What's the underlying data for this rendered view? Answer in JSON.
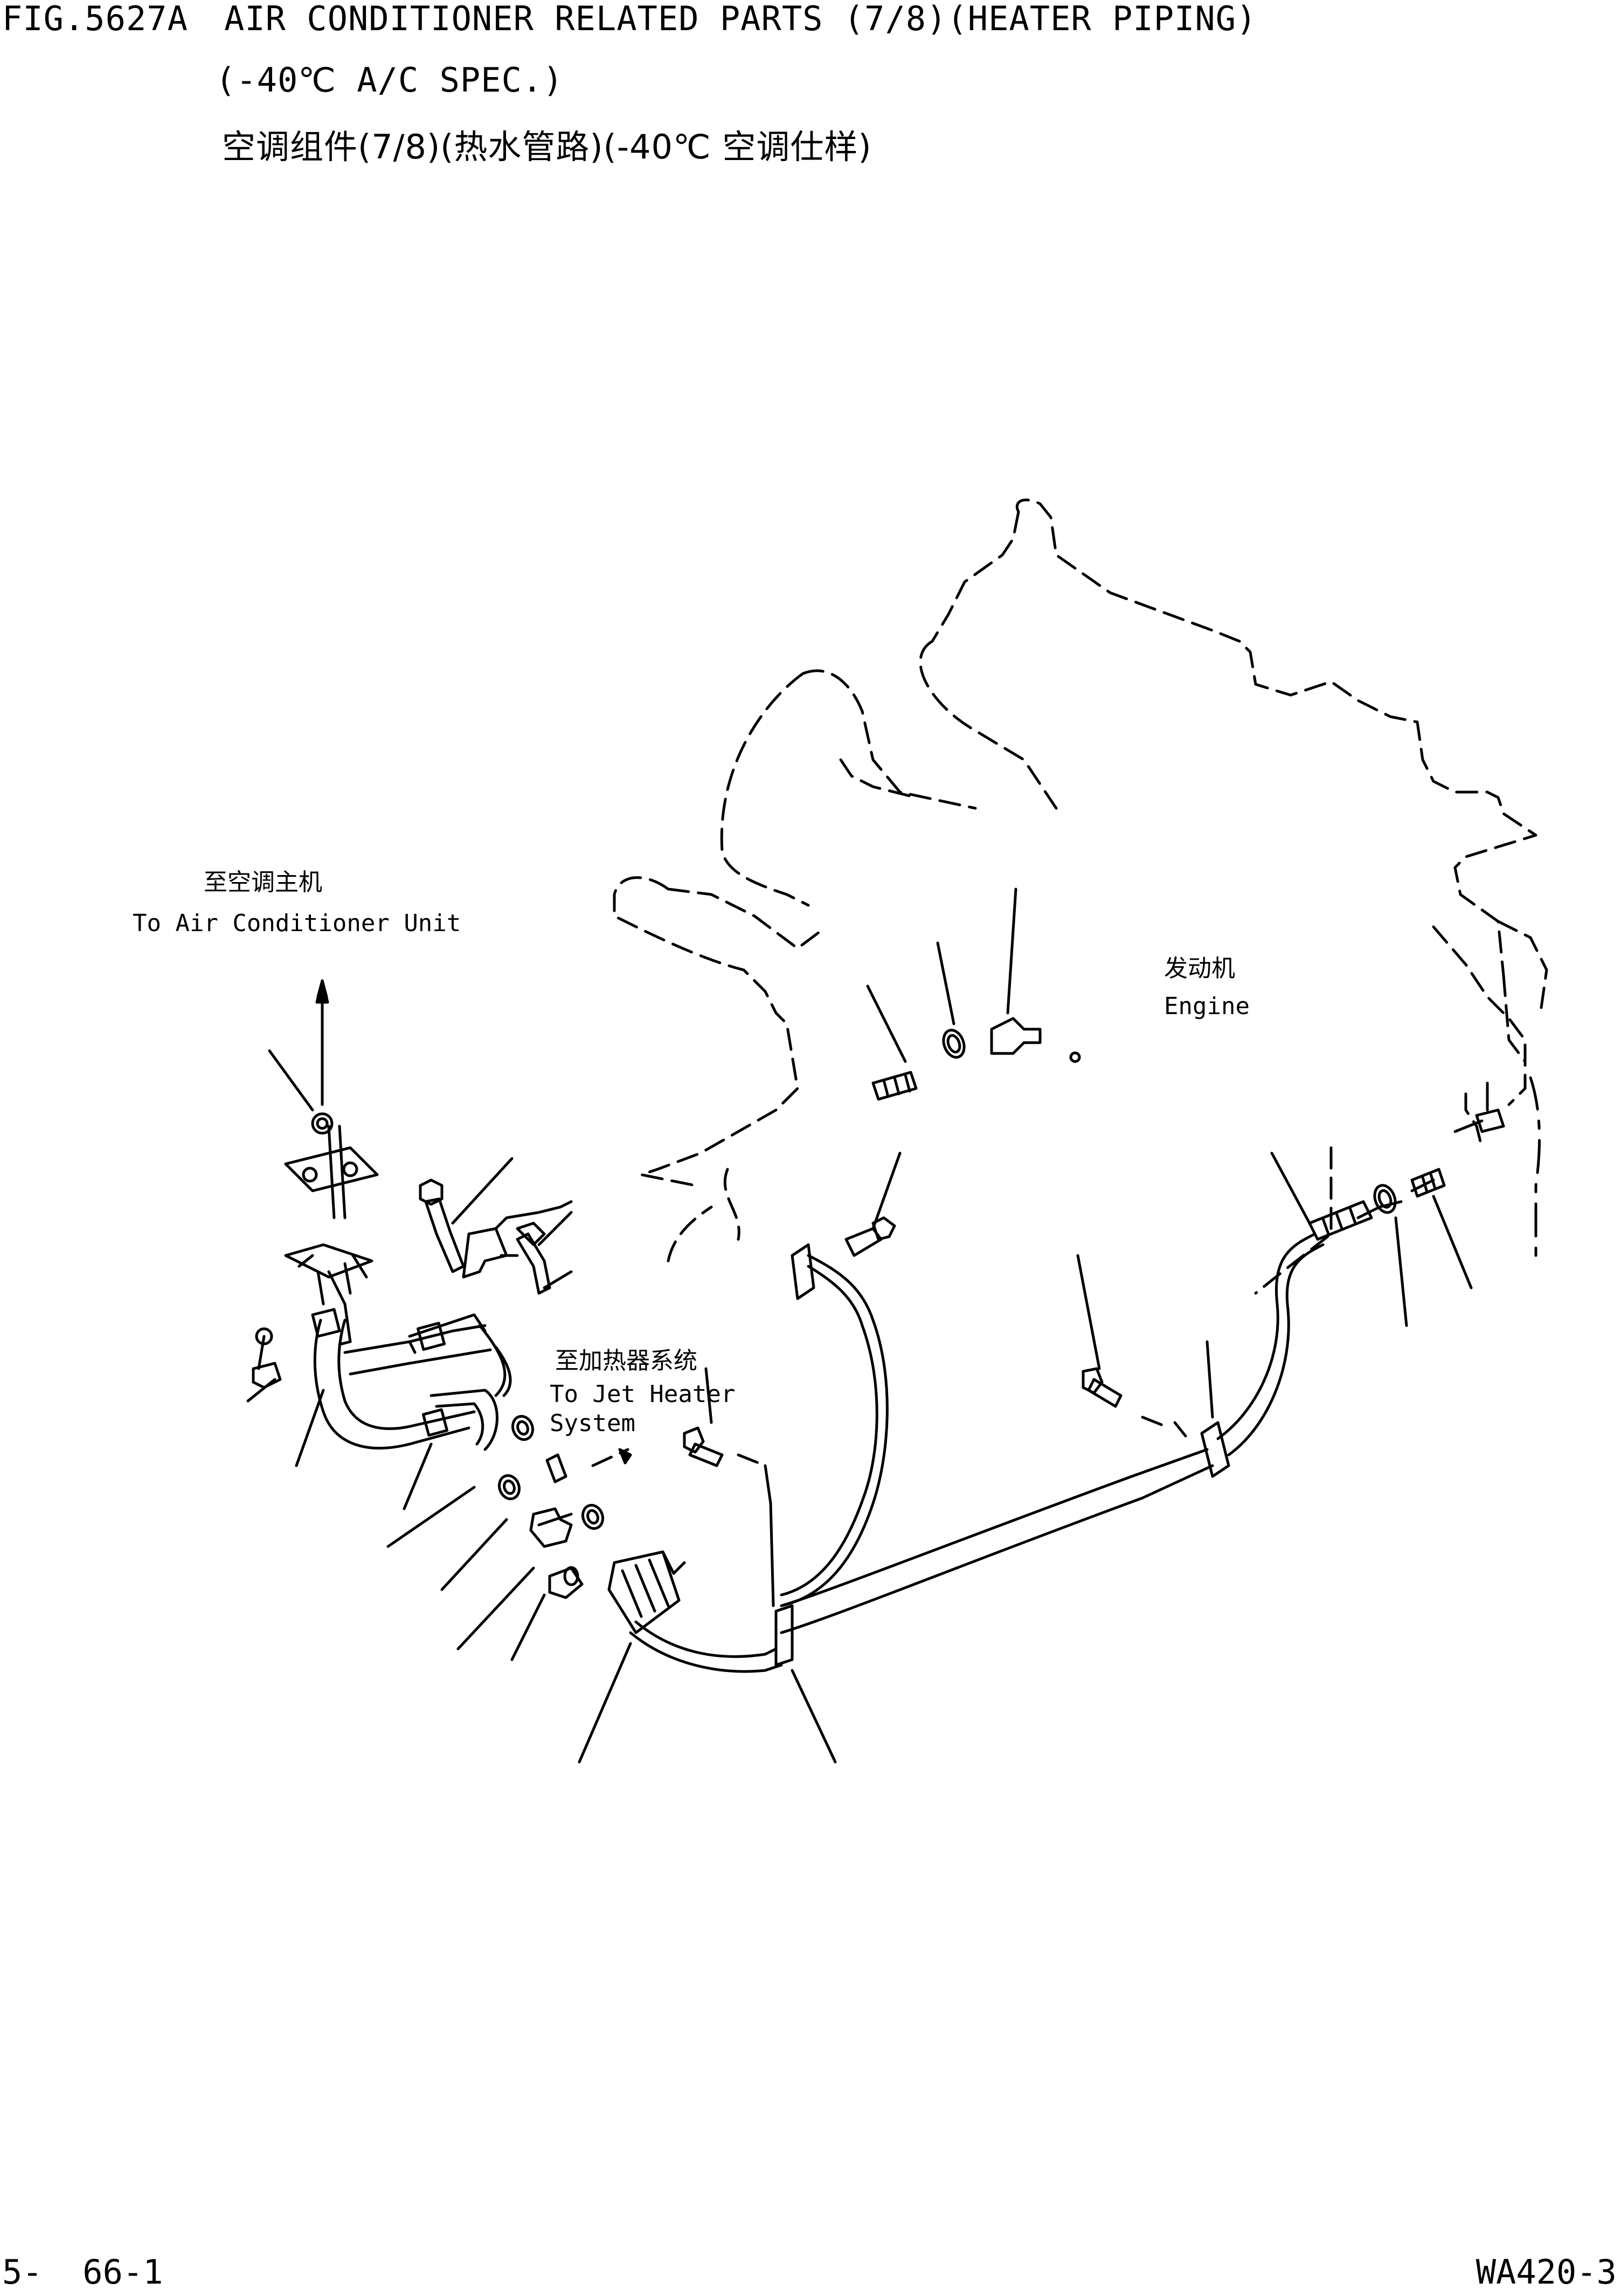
{
  "header": {
    "fig_number": "FIG.5627A",
    "title": "AIR CONDITIONER RELATED PARTS (7/8)(HEATER PIPING)",
    "spec": "(-40℃ A/C SPEC.)",
    "title_cn": "空调组件(7/8)(热水管路)(-40℃ 空调仕样)"
  },
  "labels": {
    "to_ac_unit_cn": "至空调主机",
    "to_ac_unit_en": "To Air Conditioner Unit",
    "to_jet_heater_cn": "至加热器系统",
    "to_jet_heater_en_line1": "To Jet Heater",
    "to_jet_heater_en_line2": "System",
    "engine_cn": "发动机",
    "engine_en": "Engine"
  },
  "footer": {
    "page_number": "5-  66-1",
    "model_code": "WA420-3"
  }
}
